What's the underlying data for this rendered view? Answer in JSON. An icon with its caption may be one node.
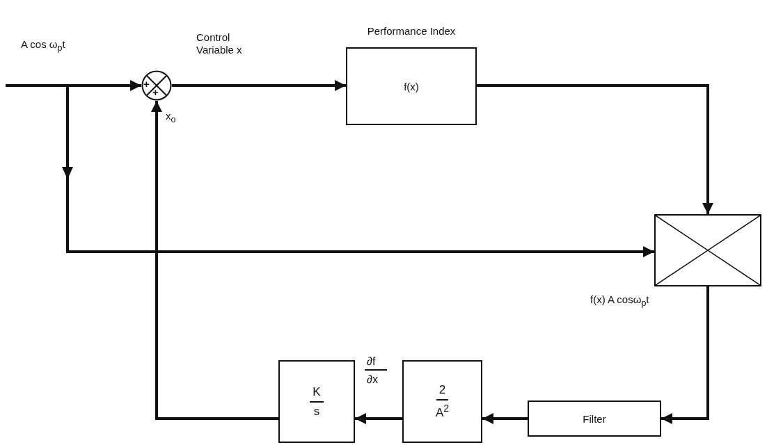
{
  "diagram": {
    "nodes": [
      {
        "text": [
          "+",
          "+"
        ]
      },
      {
        "text": [
          "Performance Index",
          "f(x)"
        ]
      },
      {
        "text": [],
        "shape": "box",
        "beside": [
          "f(x) A cosω$_{p}$t"
        ]
      },
      {
        "text": [
          "Filter"
        ]
      },
      {
        "text": [
          "2",
          "A$^{2}$"
        ]
      },
      {
        "text": [
          "K",
          "s"
        ]
      }
    ],
    "edges": [
      {
        "from": null,
        "to": 0,
        "arrow": "to",
        "label": "A cos ω$_{p}$t"
      },
      {
        "from": null,
        "to": 2,
        "arrow": "to"
      },
      {
        "from": 0,
        "to": 1,
        "arrow": "to",
        "label": "Control Variable x"
      },
      {
        "from": 1,
        "to": 2,
        "arrow": "to"
      },
      {
        "from": 2,
        "to": 3,
        "arrow": "to"
      },
      {
        "from": 3,
        "to": 4,
        "arrow": "to"
      },
      {
        "from": 4,
        "to": 5,
        "arrow": "to"
      },
      {
        "from": 5,
        "to": 0,
        "arrow": "to",
        "label": "x$_{o}$"
      }
    ],
    "labels": [
      "∂f",
      "∂x"
    ]
  }
}
